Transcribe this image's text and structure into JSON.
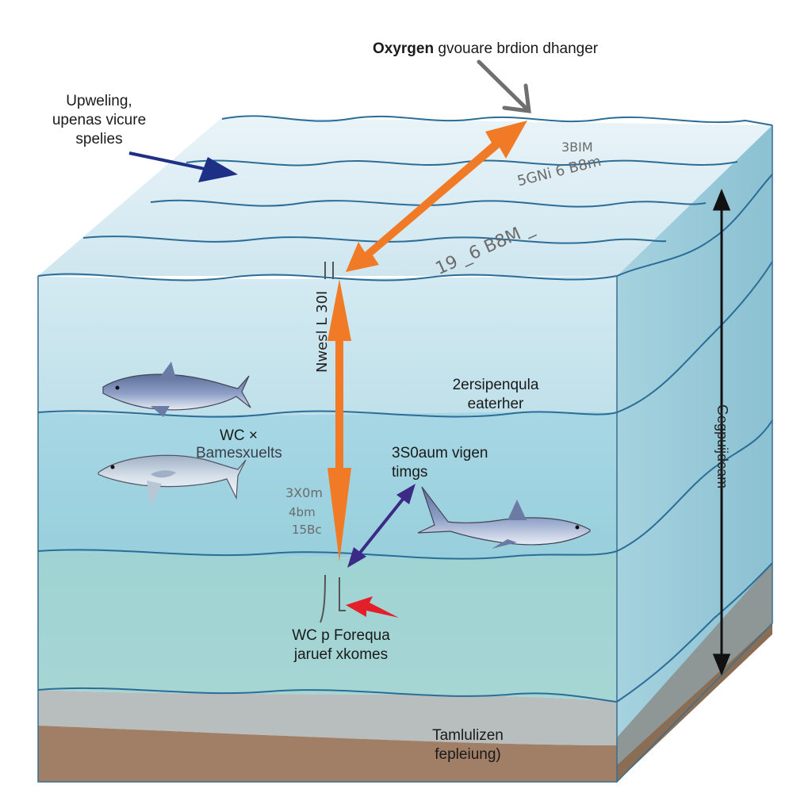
{
  "title": {
    "bold": "Oxyrgen",
    "rest": "gvouare brdion dhanger"
  },
  "labels": {
    "upwelling": [
      "Upweling,",
      "upenas vicure",
      "spelies"
    ],
    "surface_values": [
      "3BIM",
      "5GNi 6 B8m",
      "19 _6 B8M _"
    ],
    "upper_vertical": "Nwesl L 30I",
    "middle_right": [
      "2ersipenqula",
      "eaterher"
    ],
    "mid_left": [
      "WC ×",
      "Bamesxuelts"
    ],
    "depth_numbers": [
      "3X0m",
      "4bm",
      "15Bc"
    ],
    "oxygen_mid": [
      "3S0aum vigen",
      "timgs"
    ],
    "lower_left": [
      "WC p Forequa",
      "jaruef xkomes"
    ],
    "bottom": [
      "Tamlulizen",
      "fepleiung)"
    ],
    "right_vertical": "Gegpuijdcam"
  },
  "colors": {
    "water_top": "#dcedf4",
    "water_mid": "#a9d5e2",
    "water_deep": "#9fd1cf",
    "sediment": "#b9bcbc",
    "seabed": "#9b7c62",
    "wave_line": "#2b6d97",
    "arrow_orange": "#f07a26",
    "arrow_navy": "#1e2f86",
    "arrow_purple": "#3b2a86",
    "arrow_red": "#e3202a",
    "arrow_grey": "#6f6f6f"
  },
  "icons": [
    "shark-icon",
    "fish-icon",
    "shark-icon"
  ]
}
